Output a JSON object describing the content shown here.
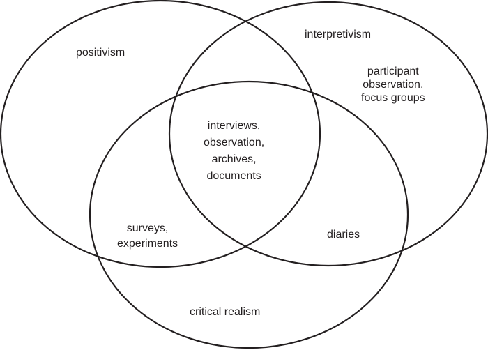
{
  "diagram": {
    "sets": [
      {
        "id": "positivism",
        "label": "positivism"
      },
      {
        "id": "interpretivism",
        "label": "interpretivism"
      },
      {
        "id": "critical-realism",
        "label": "critical realism"
      }
    ],
    "regions": {
      "interpretivism_only": [
        "participant",
        "observation,",
        "focus groups"
      ],
      "all_three": [
        "interviews,",
        "observation,",
        "archives,",
        "documents"
      ],
      "positivism_critical_realism": [
        "surveys,",
        "experiments"
      ],
      "interpretivism_critical_realism": [
        "diaries"
      ]
    },
    "colors": {
      "stroke": "#231f20",
      "text": "#231f20",
      "background": "#ffffff"
    }
  }
}
